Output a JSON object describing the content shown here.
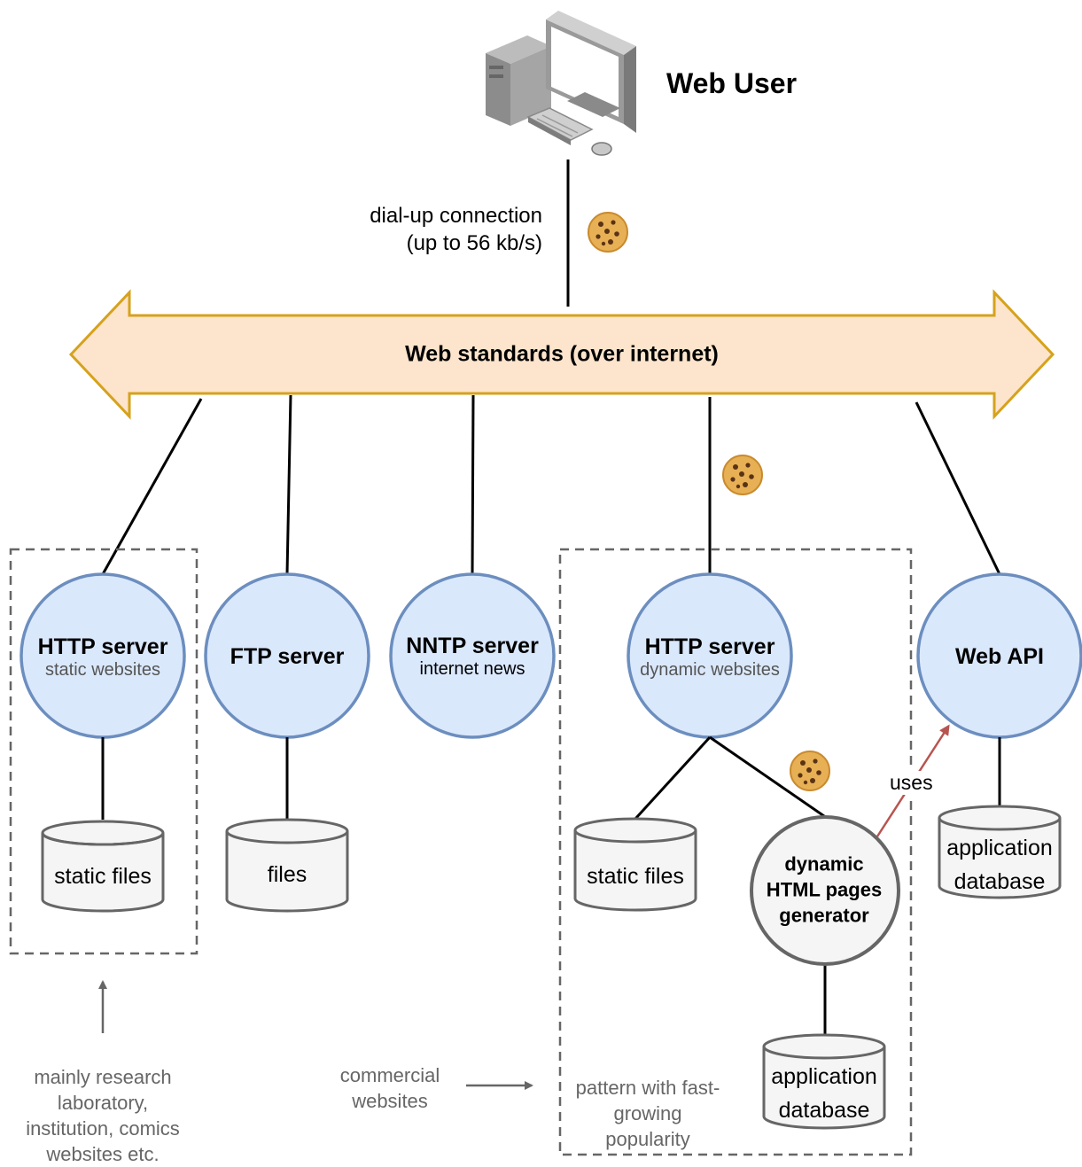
{
  "web_user": {
    "label": "Web User",
    "icon": "desktop-computer-icon"
  },
  "connection": {
    "line1": "dial-up connection",
    "line2": "(up to 56 kb/s)"
  },
  "backbone": {
    "label": "Web standards (over internet)",
    "fill": "#fde4cc",
    "stroke": "#d6a21c"
  },
  "servers": {
    "http_static": {
      "title": "HTTP server",
      "subtitle": "static websites"
    },
    "ftp": {
      "title": "FTP server"
    },
    "nntp": {
      "title": "NNTP server",
      "subtitle": "internet news"
    },
    "http_dynamic": {
      "title": "HTTP server",
      "subtitle": "dynamic websites"
    },
    "web_api": {
      "title": "Web API"
    }
  },
  "storage": {
    "static_files_1": "static files",
    "files": "files",
    "static_files_2": "static files",
    "app_db_generator": {
      "line1": "application",
      "line2": "database"
    },
    "app_db_api": {
      "line1": "application",
      "line2": "database"
    }
  },
  "generator": {
    "line1": "dynamic",
    "line2": "HTML pages",
    "line3": "generator"
  },
  "edge_uses": "uses",
  "notes": {
    "research": {
      "line1": "mainly research",
      "line2": "laboratory,",
      "line3": "institution, comics",
      "line4": "websites etc."
    },
    "commercial": {
      "line1": "commercial",
      "line2": "websites"
    },
    "pattern": {
      "line1": "pattern with fast-",
      "line2": "growing",
      "line3": "popularity"
    }
  },
  "colors": {
    "server_fill": "#dae8fc",
    "server_stroke": "#6c8ebf",
    "gray_fill": "#f5f5f5",
    "gray_stroke": "#666666",
    "uses_arrow": "#b85450"
  }
}
